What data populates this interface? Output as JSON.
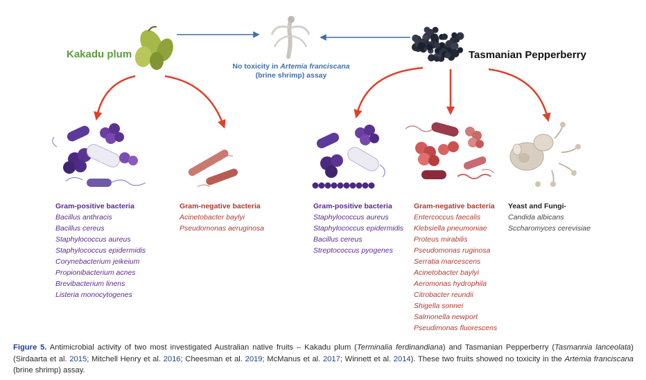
{
  "kakadu": {
    "title": "Kakadu plum",
    "gram_positive": {
      "heading": "Gram-positive bacteria",
      "items": [
        "Bacillus anthracis",
        "Bacillus cereus",
        "Staphylococcus aureus",
        "Staphylococcus epidermidis",
        "Corynebacterium jeikeium",
        "Propionibacterium acnes",
        "Brevibacterium linens",
        "Listeria monocytogenes"
      ]
    },
    "gram_negative": {
      "heading": "Gram-negative bacteria",
      "items": [
        "Acinetobacter baylyi",
        "Pseudomonas aeruginosa"
      ]
    }
  },
  "tasmanian": {
    "title": "Tasmanian Pepperberry",
    "gram_positive": {
      "heading": "Gram-positive bacteria",
      "items": [
        "Staphylococcus aureus",
        "Staphylococcus epidermidis",
        "Bacillus cereus",
        "Streptococcus pyogenes"
      ]
    },
    "gram_negative": {
      "heading": "Gram-negative bacteria",
      "items": [
        "Entercoccus faecalis",
        "Klebsiella pneumoniae",
        "Proteus mirabilis",
        "Pseudomonas ruginosa",
        "Serratia marcescens",
        "Acinetobacter baylyi",
        "Aeromonas hydrophila",
        "Citrobacter reundii",
        "Shigella sonnei",
        "Salmonella newport",
        "Pseudimonas fluorescens"
      ]
    },
    "fungi": {
      "heading": "Yeast and Fungi-",
      "items": [
        "Candida albicans",
        "Sccharomyces cerevisiae"
      ]
    }
  },
  "shrimp": {
    "line1_prefix": "No toxicity in ",
    "line1_italic": "Artemia franciscana",
    "line2": "(brine shrimp) assay"
  },
  "caption": {
    "figure_label": "Figure 5.",
    "t1": " Antimicrobial activity of two most investigated Australian native fruits – Kakadu plum (",
    "i1": "Terminalia ferdinandiana",
    "t2": ") and Tasmanian Pepperberry (",
    "i2": "Tasmannia lanceolata",
    "t3": ") (Sirdaarta et al. ",
    "r1": "2015",
    "t4": "; Mitchell Henry et al. ",
    "r2": "2016",
    "t5": "; Cheesman et al. ",
    "r3": "2019",
    "t6": "; McManus et al. ",
    "r4": "2017",
    "t7": "; Winnett et al. ",
    "r5": "2014",
    "t8": "). These two fruits showed no toxicity in the ",
    "i3": "Artemia franciscana",
    "t9": " (brine shrimp) assay."
  },
  "colors": {
    "kakadu_green": "#5a9e3a",
    "arrow_red": "#e0402a",
    "arrow_blue": "#3f6fa8",
    "gram_positive_purple": "#5a2a8f",
    "gram_negative_red": "#b03a2e",
    "caption_link_blue": "#1f3f8a"
  }
}
